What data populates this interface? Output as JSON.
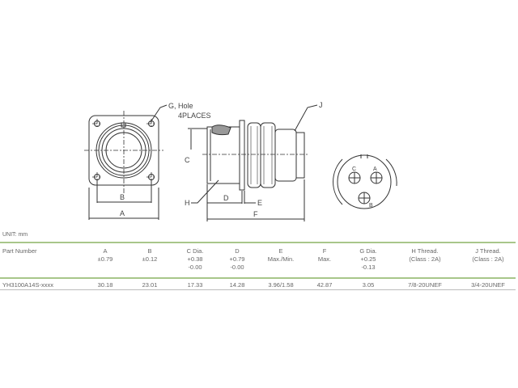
{
  "drawing": {
    "labels": {
      "g_hole": "G, Hole",
      "four_places": "4PLACES",
      "a": "A",
      "b": "B",
      "c": "C",
      "d": "D",
      "e": "E",
      "f": "F",
      "h": "H",
      "j": "J",
      "pin_a": "A",
      "pin_b": "B",
      "pin_c": "C"
    }
  },
  "unit": "UNIT: mm",
  "table": {
    "headers": [
      "Part Number",
      "A\n±0.79",
      "B\n±0.12",
      "C Dia.\n+0.38\n-0.00",
      "D\n+0.79\n-0.00",
      "E\nMax./Min.",
      "F\nMax.",
      "G Dia.\n+0.25\n-0.13",
      "H Thread.\n(Class : 2A)",
      "J Thread.\n(Class : 2A)"
    ],
    "rows": [
      [
        "YH3100A14S-xxxx",
        "30.18",
        "23.01",
        "17.33",
        "14.28",
        "3.96/1.58",
        "42.87",
        "3.05",
        "7/8-20UNEF",
        "3/4-20UNEF"
      ]
    ]
  },
  "colors": {
    "rule_green": "#a8c68a",
    "line": "#333333"
  }
}
